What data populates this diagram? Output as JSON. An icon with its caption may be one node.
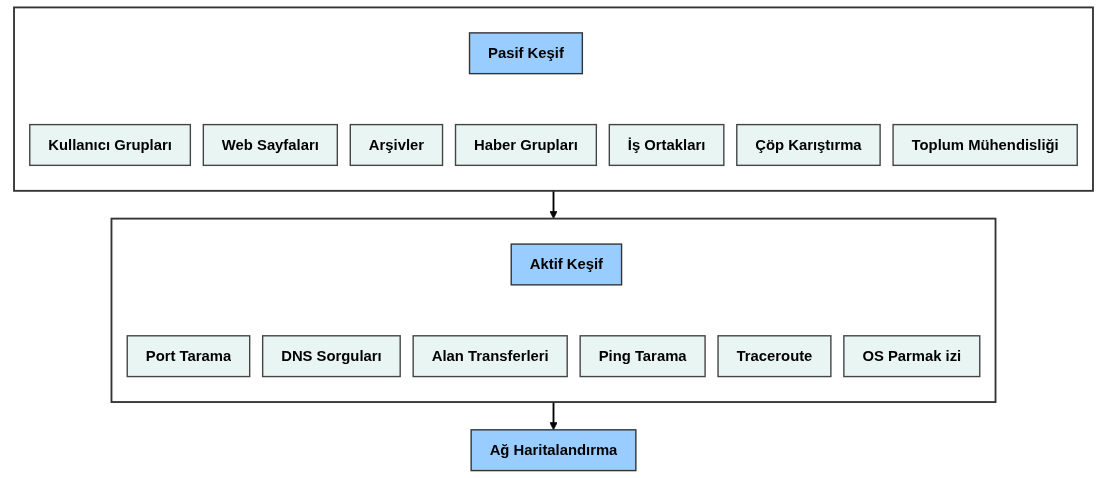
{
  "diagram": {
    "nodes": [
      {
        "text": [],
        "shape": "box"
      },
      {
        "text": [
          "Pasif Keşif"
        ],
        "in": 0
      },
      {
        "text": [
          "Kullanıcı Grupları"
        ],
        "in": 0
      },
      {
        "text": [
          "Web Sayfaları"
        ],
        "in": 0
      },
      {
        "text": [
          "Arşivler"
        ],
        "in": 0
      },
      {
        "text": [
          "Haber Grupları"
        ],
        "in": 0
      },
      {
        "text": [
          "İş Ortakları"
        ],
        "in": 0
      },
      {
        "text": [
          "Çöp Karıştırma"
        ],
        "in": 0
      },
      {
        "text": [
          "Toplum Mühendisliği"
        ],
        "in": 0
      },
      {
        "text": [],
        "shape": "box"
      },
      {
        "text": [
          "Aktif Keşif"
        ],
        "in": 9
      },
      {
        "text": [
          "Port Tarama"
        ],
        "in": 9
      },
      {
        "text": [
          "DNS Sorguları"
        ],
        "in": 9
      },
      {
        "text": [
          "Alan Transferleri"
        ],
        "in": 9
      },
      {
        "text": [
          "Ping Tarama"
        ],
        "in": 9
      },
      {
        "text": [
          "Traceroute"
        ],
        "in": 9
      },
      {
        "text": [
          "OS Parmak izi"
        ],
        "in": 9
      },
      {
        "text": [
          "Ağ Haritalandırma"
        ]
      }
    ],
    "edges": [
      {
        "from": 0,
        "to": 9,
        "arrow": "to"
      },
      {
        "from": 9,
        "to": 17,
        "arrow": "to"
      }
    ]
  }
}
